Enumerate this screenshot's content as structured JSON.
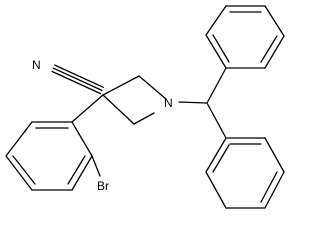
{
  "molecule": {
    "atom_labels": {
      "nitrile_nitrogen": "N",
      "azetidine_nitrogen": "N",
      "bromine": "Br"
    }
  }
}
